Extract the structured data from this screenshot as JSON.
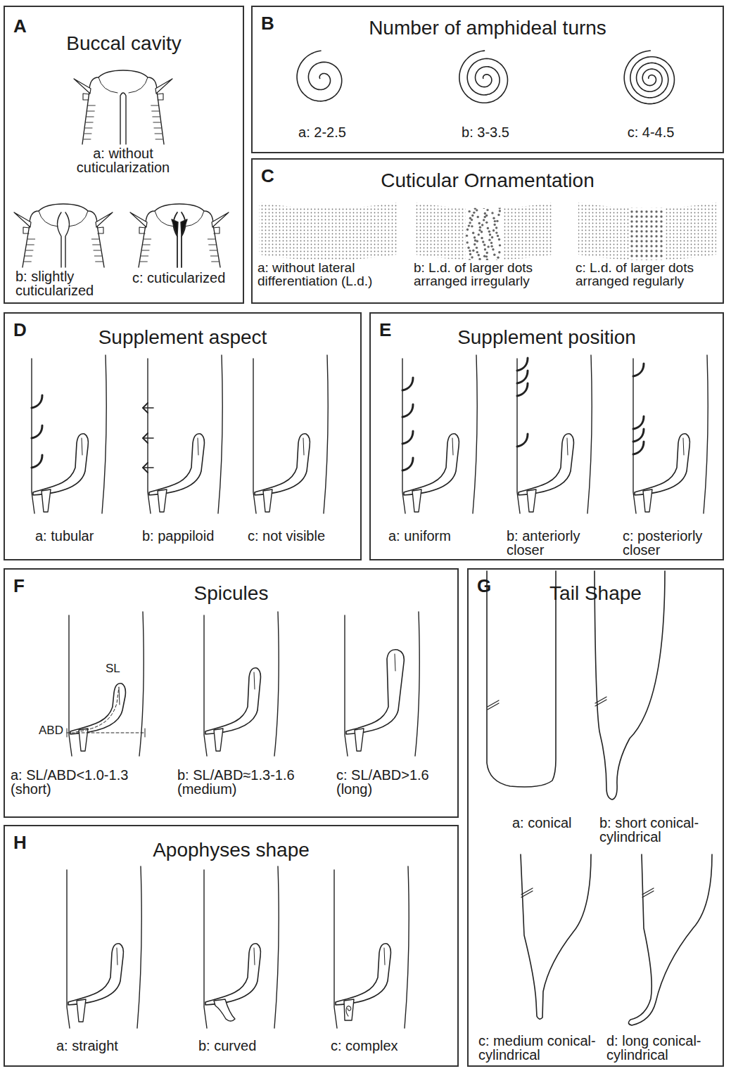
{
  "diagram": {
    "nodes": [
      {
        "text": [
          "A",
          "Buccal cavity"
        ]
      },
      {
        "text": [
          "B",
          "Number of amphideal turns"
        ]
      },
      {
        "text": [
          "C",
          "Cuticular Ornamentation"
        ]
      },
      {
        "text": [
          "D",
          "Supplement aspect"
        ]
      },
      {
        "text": [
          "E",
          "Supplement position"
        ]
      },
      {
        "text": [
          "F",
          "Spicules"
        ]
      },
      {
        "text": [
          "G",
          "Tail Shape"
        ]
      },
      {
        "text": [
          "H",
          "Apophyses shape"
        ]
      }
    ],
    "labels": [
      "a: without cuticularization",
      "b: slightly cuticularized",
      "c: cuticularized",
      "a: 2-2.5",
      "b: 3-3.5",
      "c: 4-4.5",
      "a: without lateral differentiation (L.d.)",
      "b: L.d. of larger dots arranged irregularly",
      "c: L.d. of larger dots arranged regularly",
      "a: tubular",
      "b: pappiloid",
      "c: not visible",
      "a: uniform",
      "b: anteriorly closer",
      "c: posteriorly closer",
      "SL",
      "ABD",
      "a: SL/ABD<1.0-1.3 (short)",
      "b: SL/ABD≈1.3-1.6 (medium)",
      "c: SL/ABD>1.6 (long)",
      "a: conical",
      "b: short conical-cylindrical",
      "c: medium conical-cylindrical",
      "d: long conical-cylindrical",
      "a: straight",
      "b: curved",
      "c: complex"
    ]
  }
}
